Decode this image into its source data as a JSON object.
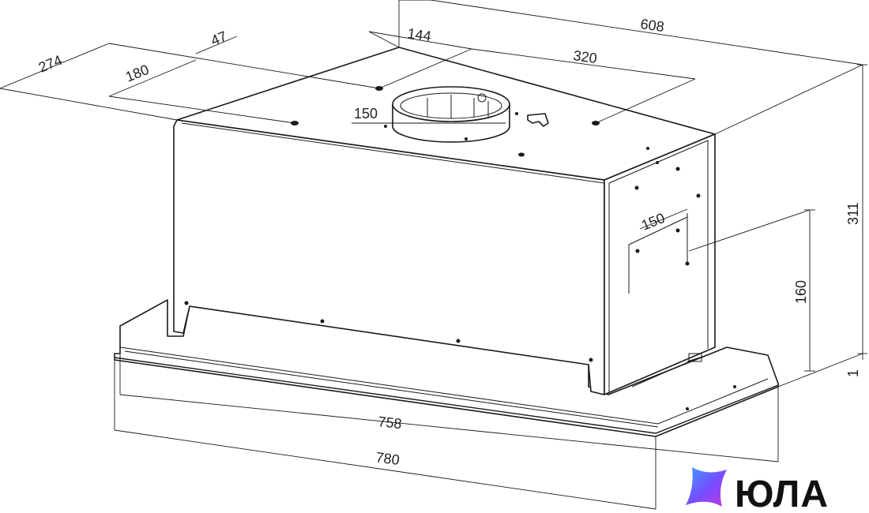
{
  "dimensions": {
    "overall_depth": "274",
    "hole_spacing_depth": "180",
    "hole_offset": "47",
    "collar_offset": "144",
    "total_width": "608",
    "hole_spacing_width": "320",
    "collar_diameter": "150",
    "height": "311",
    "side_hole_offset": "150",
    "side_hole_height": "160",
    "panel_gap": "1",
    "inner_width": "758",
    "outer_width": "780"
  },
  "brand": {
    "name": "ЮЛА",
    "colors": [
      "#3aa0ff",
      "#7a4bff",
      "#c03bd8"
    ]
  }
}
